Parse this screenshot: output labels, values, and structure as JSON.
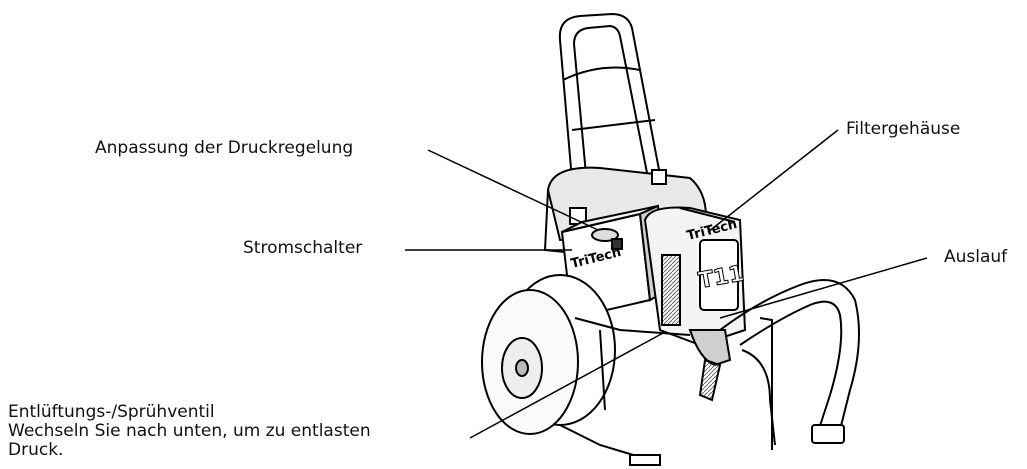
{
  "labels": {
    "pressure": "Anpassung der Druckregelung",
    "filter": "Filtergehäuse",
    "power": "Stromschalter",
    "outlet": "Auslauf",
    "valve_line1": "Entlüftungs-/Sprühventil",
    "valve_line2": "Wechseln Sie nach unten, um zu entlasten",
    "valve_line3": "Druck."
  },
  "logo": {
    "brand": "TriTech",
    "model": "T11"
  },
  "colors": {
    "line": "#000000",
    "shade": "#3a3a3a",
    "light": "#d9d9d9"
  }
}
